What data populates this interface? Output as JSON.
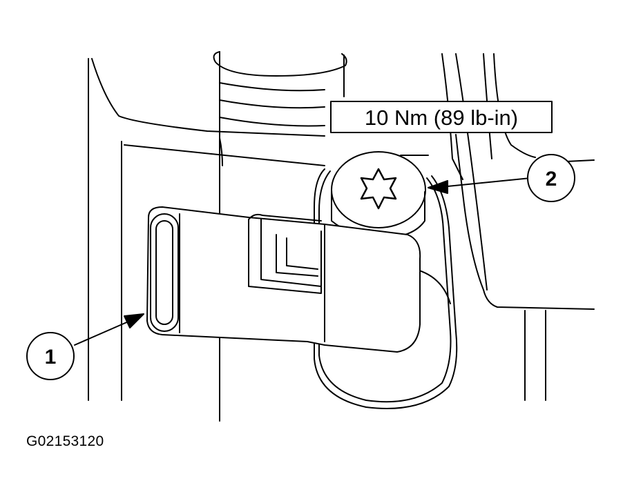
{
  "diagram": {
    "torque_spec": "10 Nm (89 lb-in)",
    "callouts": [
      {
        "label": "1"
      },
      {
        "label": "2"
      }
    ],
    "figure_id": "G02153120"
  }
}
